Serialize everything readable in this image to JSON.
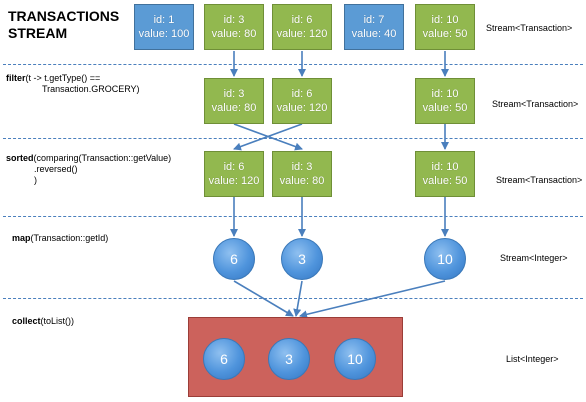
{
  "title": {
    "line1": "TRANSACTIONS",
    "line2": "STREAM"
  },
  "stream_row": {
    "items": [
      {
        "id": "id: 1",
        "value": "value: 100",
        "color": "#5b9bd5"
      },
      {
        "id": "id: 3",
        "value": "value: 80",
        "color": "#92b84f"
      },
      {
        "id": "id: 6",
        "value": "value: 120",
        "color": "#92b84f"
      },
      {
        "id": "id: 7",
        "value": "value: 40",
        "color": "#5b9bd5"
      },
      {
        "id": "id: 10",
        "value": "value: 50",
        "color": "#92b84f"
      }
    ],
    "type": "Stream<Transaction>"
  },
  "filter_row": {
    "op_name": "filter",
    "op_line1": "(t -> t.getType() ==",
    "op_line2": "Transaction.GROCERY)",
    "items": [
      {
        "id": "id: 3",
        "value": "value: 80"
      },
      {
        "id": "id: 6",
        "value": "value: 120"
      },
      {
        "id": "id: 10",
        "value": "value: 50"
      }
    ],
    "type": "Stream<Transaction>"
  },
  "sorted_row": {
    "op_name": "sorted",
    "op_line1": "(comparing(Transaction::getValue)",
    "op_line2": ".reversed()",
    "op_line3": ")",
    "items": [
      {
        "id": "id: 6",
        "value": "value: 120"
      },
      {
        "id": "id: 3",
        "value": "value: 80"
      },
      {
        "id": "id: 10",
        "value": "value: 50"
      }
    ],
    "type": "Stream<Transaction>"
  },
  "map_row": {
    "op_name": "map",
    "op_args": "(Transaction::getId)",
    "items": [
      "6",
      "3",
      "10"
    ],
    "type": "Stream<Integer>"
  },
  "collect_row": {
    "op_name": "collect",
    "op_args": "(toList())",
    "items": [
      "6",
      "3",
      "10"
    ],
    "type": "List<Integer>",
    "box_color": "#cc625c"
  },
  "colors": {
    "blue": "#5b9bd5",
    "green": "#92b84f",
    "circle": "#4f94dc",
    "arrow": "#4a7fbd",
    "separator": "#4a7fbd"
  }
}
